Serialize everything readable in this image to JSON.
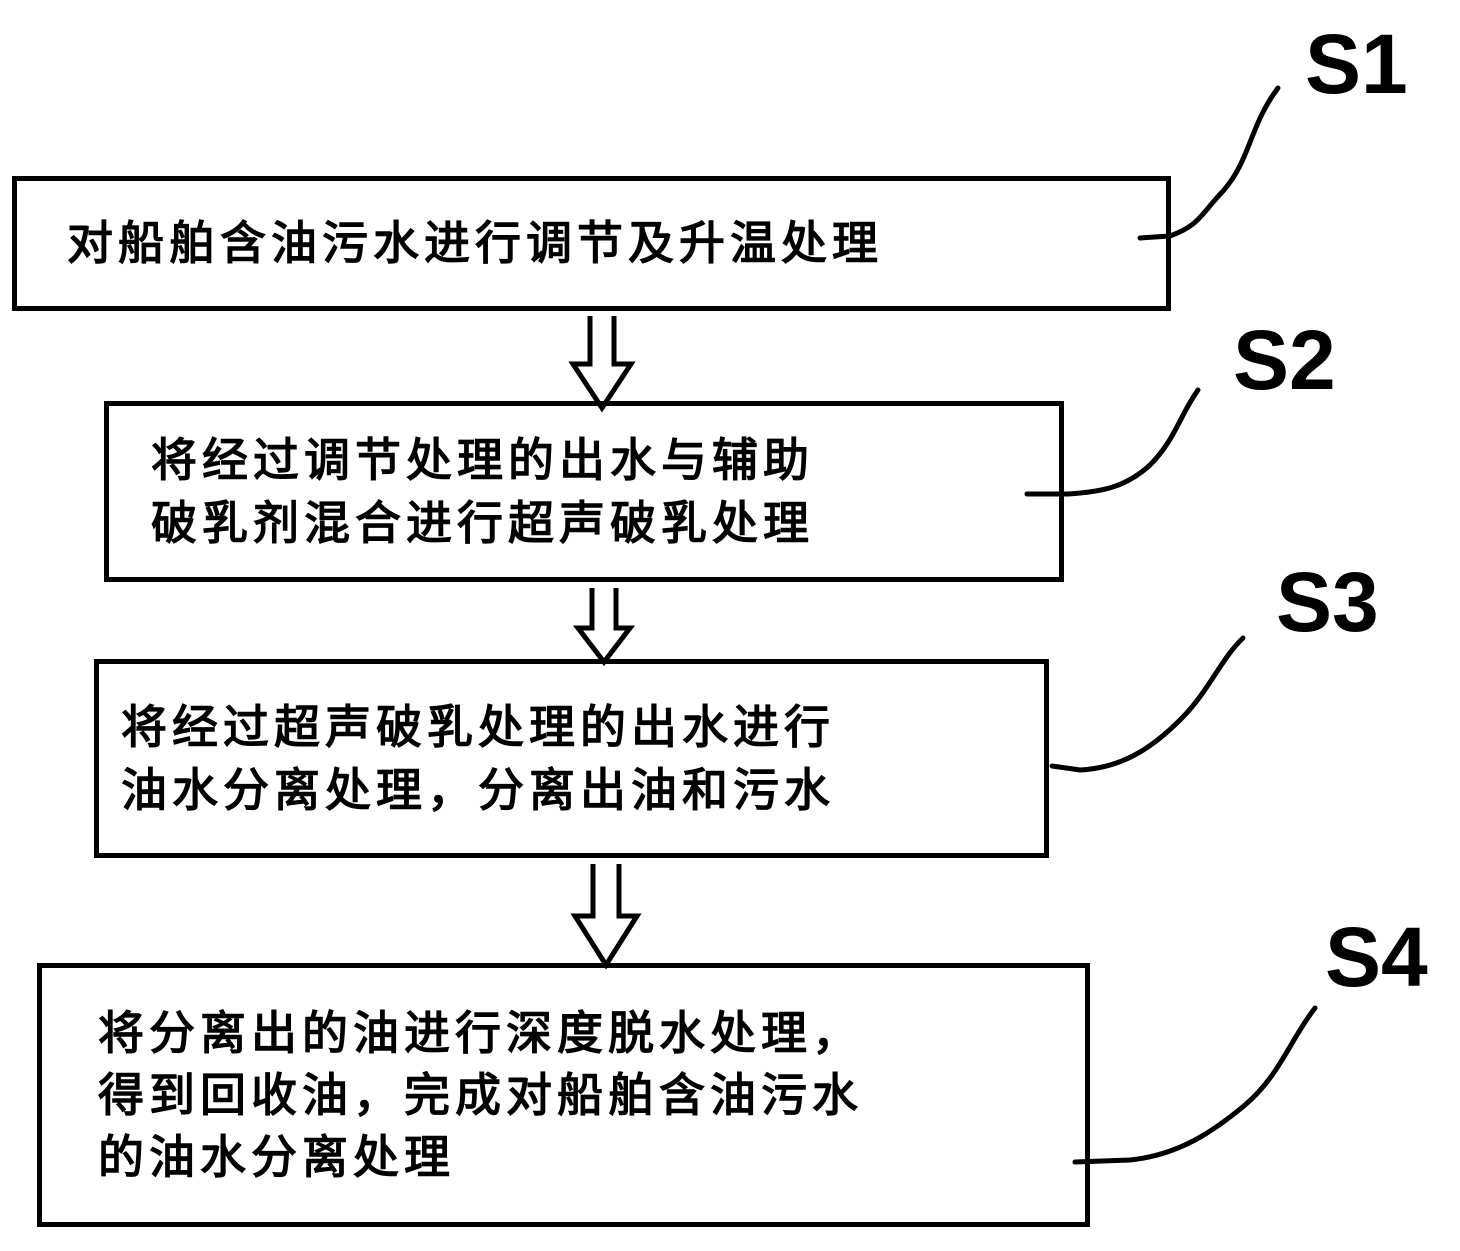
{
  "steps": [
    {
      "label": "S1",
      "lines": [
        "对船舶含油污水进行调节及升温处理"
      ]
    },
    {
      "label": "S2",
      "lines": [
        "将经过调节处理的出水与辅助",
        "破乳剂混合进行超声破乳处理"
      ]
    },
    {
      "label": "S3",
      "lines": [
        "将经过超声破乳处理的出水进行",
        "油水分离处理，分离出油和污水"
      ]
    },
    {
      "label": "S4",
      "lines": [
        "将分离出的油进行深度脱水处理，",
        "得到回收油，完成对船舶含油污水",
        "的油水分离处理"
      ]
    }
  ]
}
